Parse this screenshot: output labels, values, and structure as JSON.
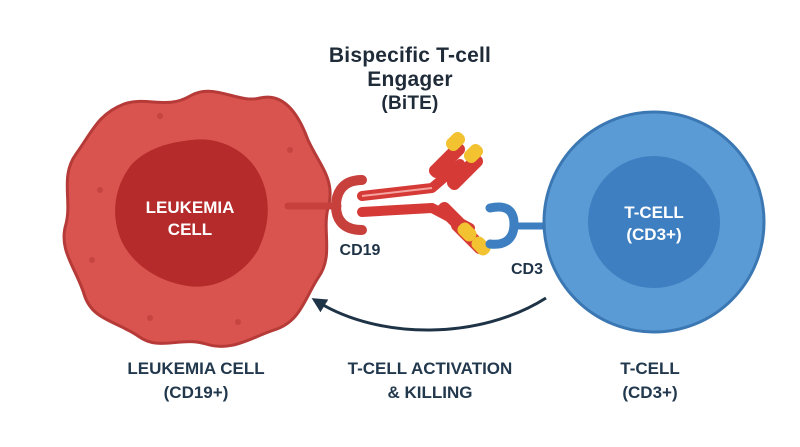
{
  "title": {
    "line1": "Bispecific T-cell",
    "line2": "Engager",
    "line3": "(BiTE)"
  },
  "leukemia_cell": {
    "inner_line1": "LEUKEMIA",
    "inner_line2": "CELL",
    "caption_line1": "LEUKEMIA CELL",
    "caption_line2": "(CD19+)",
    "receptor_label": "CD19"
  },
  "t_cell": {
    "inner_line1": "T-CELL",
    "inner_line2": "(CD3+)",
    "caption_line1": "T-CELL",
    "caption_line2": "(CD3+)",
    "receptor_label": "CD3"
  },
  "process": {
    "line1": "T-CELL ACTIVATION",
    "line2": "& KILLING"
  },
  "colors": {
    "leukemia_outer": "#d9534f",
    "leukemia_inner": "#b52a2a",
    "tcell_outer": "#5b9bd5",
    "tcell_inner": "#3d7fc1",
    "antibody_red": "#d63a36",
    "antibody_yellow": "#f2c230",
    "arrow": "#1f3347"
  }
}
